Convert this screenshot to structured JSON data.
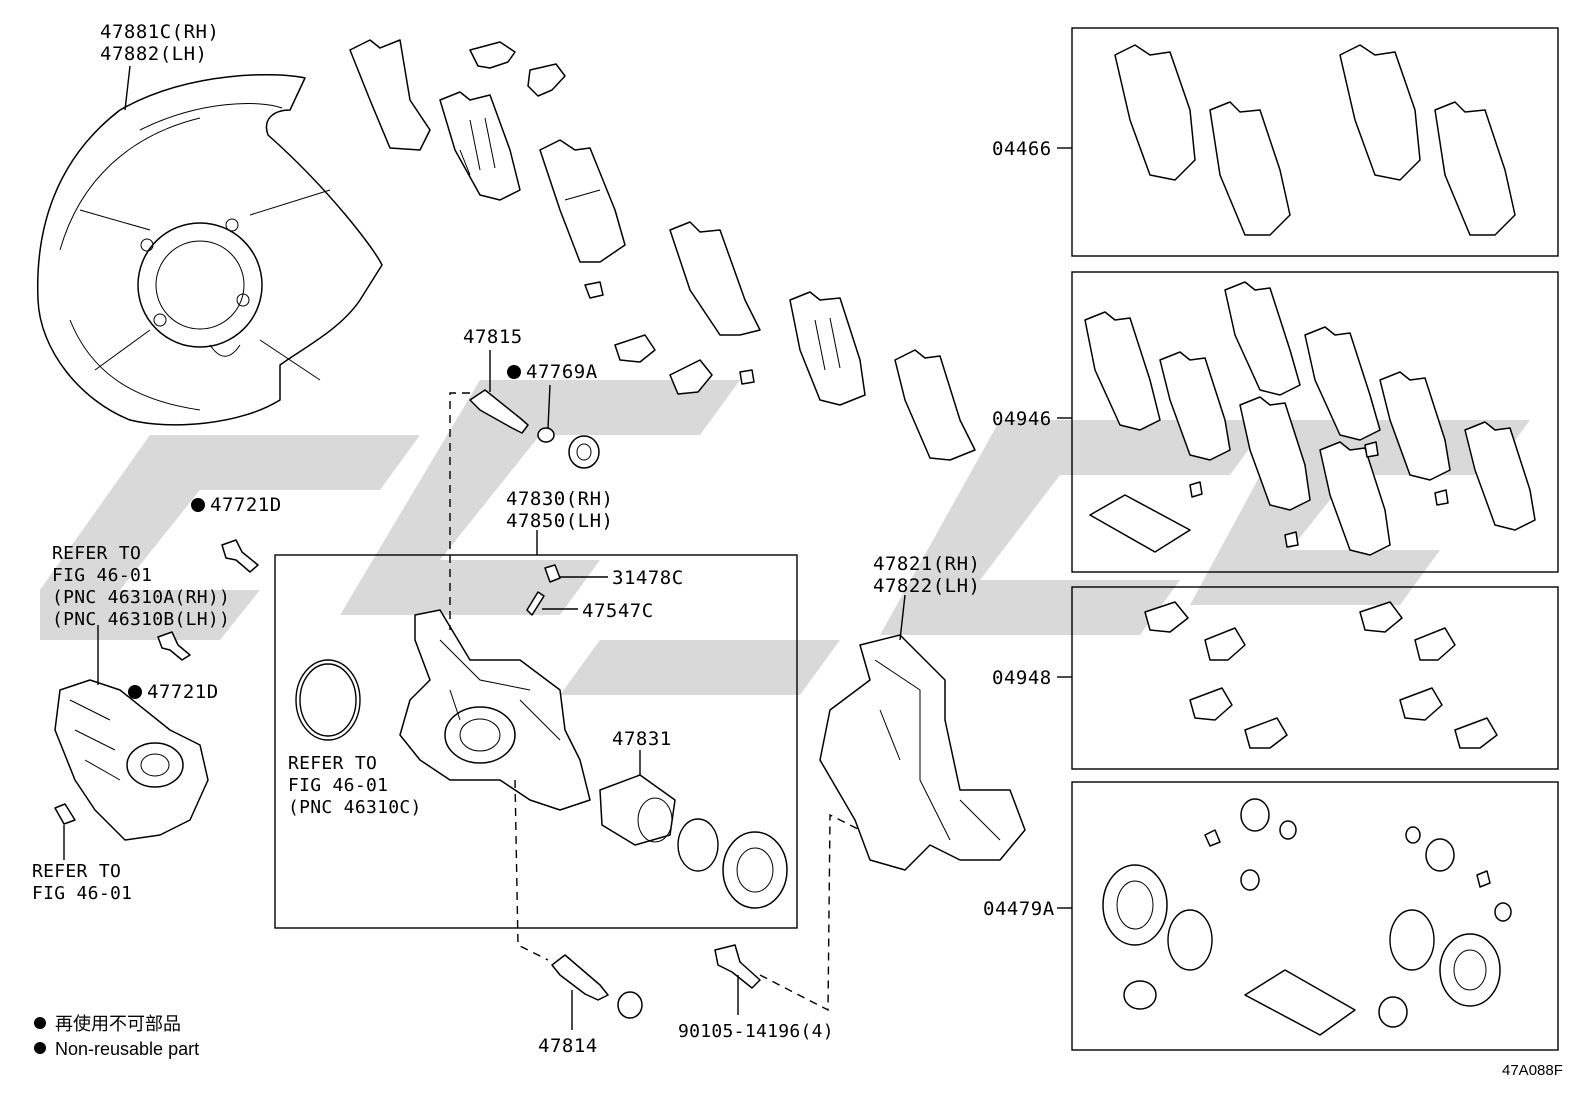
{
  "labels": {
    "shield": [
      "47881C(RH)",
      "47882(LH)"
    ],
    "pin_upper": "47815",
    "boot_upper": "47769A",
    "bolt_left_top": "47721D",
    "bolt_left_bottom": "47721D",
    "refer_motor": [
      "REFER TO",
      "FIG 46-01",
      "(PNC 46310A(RH))",
      "(PNC 46310B(LH))"
    ],
    "refer_bottom_left": [
      "REFER TO",
      "FIG 46-01"
    ],
    "caliper": [
      "47830(RH)",
      "47850(LH)"
    ],
    "cap": "31478C",
    "bleeder": "47547C",
    "refer_seal": [
      "REFER TO",
      "FIG 46-01",
      "(PNC 46310C)"
    ],
    "piston": "47831",
    "mounting": [
      "47821(RH)",
      "47822(LH)"
    ],
    "pin_lower": "47814",
    "bolt_lower": "90105-14196(4)",
    "kit_pads": "04466",
    "kit_pads_shims": "04946",
    "kit_springs": "04948",
    "kit_seals": "04479A"
  },
  "legend": {
    "jp": "再使用不可部品",
    "en": "Non-reusable part"
  },
  "figure_code": "47A088F",
  "colors": {
    "line": "#000000",
    "watermark": "#b9b9b9"
  }
}
